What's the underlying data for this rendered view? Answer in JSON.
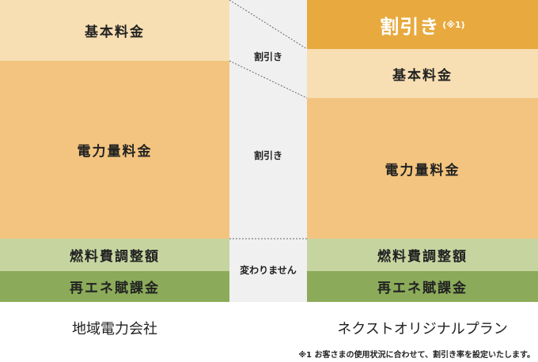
{
  "left": {
    "blocks": {
      "base_fee": "基本料金",
      "energy_fee": "電力量料金",
      "fuel_adjustment": "燃料費調整額",
      "renewable_levy": "再エネ賦課金"
    },
    "caption": "地域電力会社"
  },
  "middle": {
    "discount_top": "割引き",
    "discount_mid": "割引き",
    "unchanged": "変わりません"
  },
  "right": {
    "blocks": {
      "discount": "割引き",
      "discount_note": "(※1)",
      "base_fee": "基本料金",
      "energy_fee": "電力量料金",
      "fuel_adjustment": "燃料費調整額",
      "renewable_levy": "再エネ賦課金"
    },
    "caption": "ネクストオリジナルプラン"
  },
  "footnote": "※1 お客さまの使用状況に合わせて、割引き率を設定いたします。",
  "colors": {
    "base_fee": "#f7dfb3",
    "energy_fee": "#f3c47f",
    "fuel_adjustment": "#c6d5a0",
    "renewable_levy": "#8bab5a",
    "discount": "#e8a93e"
  }
}
